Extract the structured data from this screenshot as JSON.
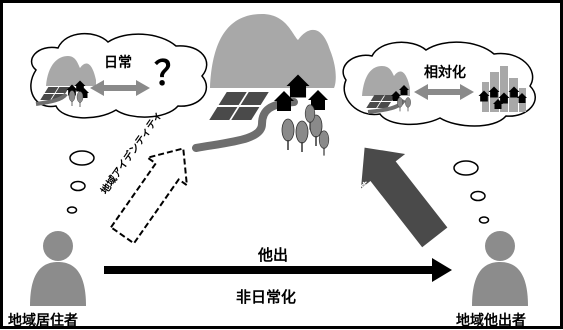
{
  "labels": {
    "resident": "地域居住者",
    "outsider": "地域他出者",
    "everyday": "日常",
    "question_mark": "？",
    "relativize": "相対化",
    "identity_dashed": "地域アイデンティティ",
    "identity_solid": "地域アイデンティティ",
    "migration": "他出",
    "non_everyday": "非日常化"
  },
  "colors": {
    "background": "#ffffff",
    "border": "#000000",
    "mountain": "#a8a8a8",
    "field": "#4a4a4a",
    "road": "#6e6e6e",
    "tree": "#8a8a8a",
    "house": "#000000",
    "person": "#8c8c8c",
    "double_arrow": "#8a8a8a",
    "big_arrow": "#4a4a4a"
  },
  "icons": [
    "person-icon",
    "thought-cloud-icon",
    "mountain-icon",
    "rice-field-icon",
    "road-icon",
    "house-icon",
    "tree-icon",
    "building-icon",
    "question-mark-icon",
    "double-arrow-icon"
  ]
}
